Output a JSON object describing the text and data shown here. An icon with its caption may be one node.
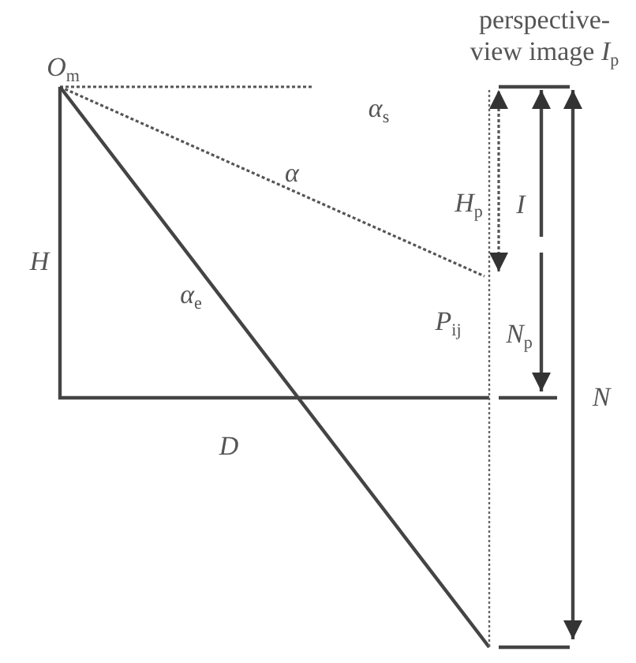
{
  "diagram": {
    "labels": [
      "perspective-view image *I*$_{p}$",
      "*O*$_{m}$",
      "*α*$_{s}$",
      "*α*",
      "*H*$_{p}$",
      "*I*",
      "*H*",
      "*α*$_{e}$",
      "*P*$_{ij}$",
      "*N*$_{p}$",
      "*N*",
      "*D*"
    ]
  }
}
